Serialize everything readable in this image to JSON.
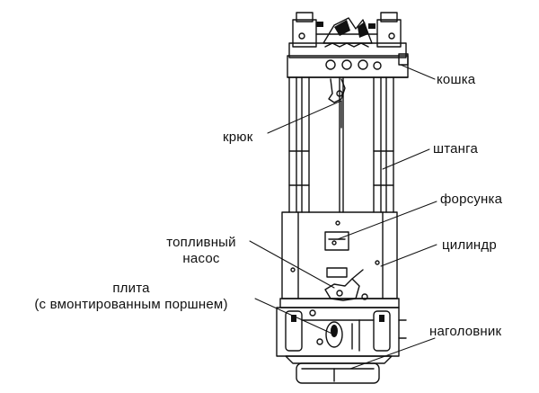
{
  "labels": {
    "koshka": "кошка",
    "kryuk": "крюк",
    "shtanga": "штанга",
    "forsunka": "форсунка",
    "toplivnyi_nasos_line1": "топливный",
    "toplivnyi_nasos_line2": "насос",
    "tsilindr": "цилиндр",
    "plita_line1": "плита",
    "plita_line2": "(с вмонтированным поршнем)",
    "nagolovnik": "наголовник"
  },
  "colors": {
    "ink": "#111111",
    "background": "#ffffff"
  }
}
